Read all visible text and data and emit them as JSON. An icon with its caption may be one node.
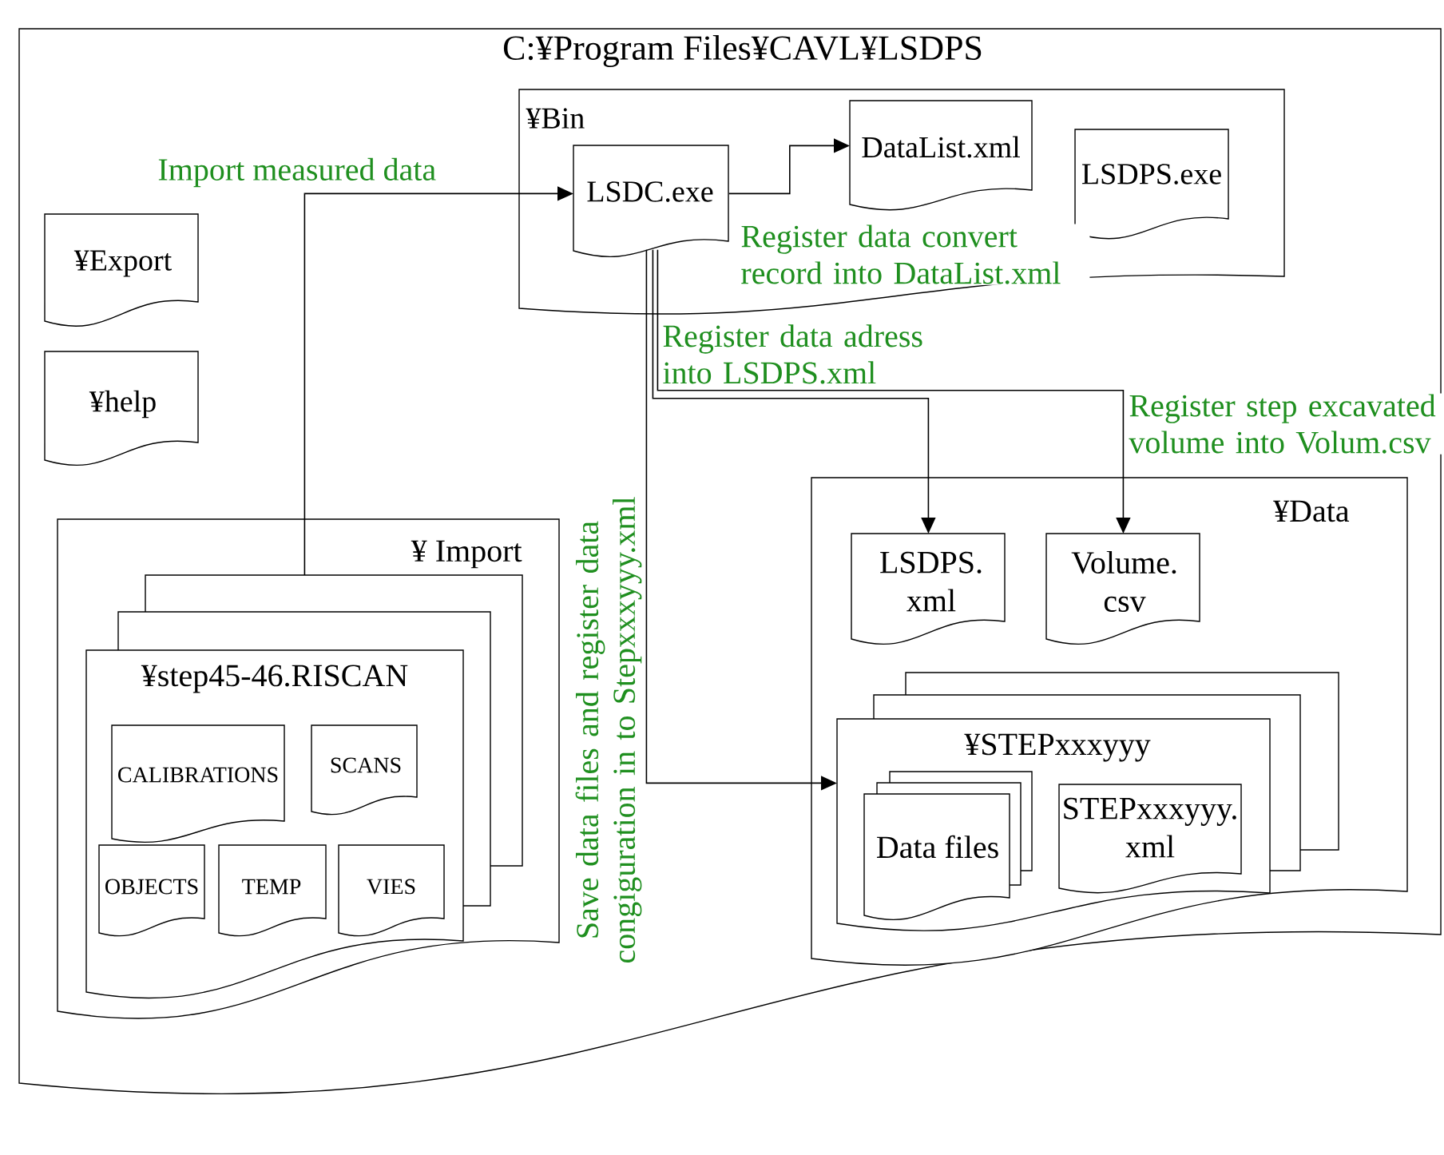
{
  "diagram": {
    "nodes": [
      {
        "text": [
          "C:¥Program Files¥CAVL¥LSDPS"
        ]
      },
      {
        "text": [
          "¥Bin"
        ],
        "in": 0
      },
      {
        "text": [
          "LSDC.exe"
        ],
        "in": 1
      },
      {
        "text": [
          "DataList.xml"
        ],
        "in": 1
      },
      {
        "text": [
          "LSDPS.exe"
        ],
        "in": 1
      },
      {
        "text": [
          "¥Export"
        ],
        "in": 0
      },
      {
        "text": [
          "¥help"
        ],
        "in": 0
      },
      {
        "text": [
          "¥ Import"
        ],
        "in": 0
      },
      {
        "text": [
          "¥step45-46.RISCAN"
        ],
        "in": 7
      },
      {
        "text": [
          "CALIBRATIONS"
        ],
        "in": 8
      },
      {
        "text": [
          "SCANS"
        ],
        "in": 8
      },
      {
        "text": [
          "OBJECTS"
        ],
        "in": 8
      },
      {
        "text": [
          "TEMP"
        ],
        "in": 8
      },
      {
        "text": [
          "VIES"
        ],
        "in": 8
      },
      {
        "text": [
          "¥Data"
        ],
        "in": 0
      },
      {
        "text": [
          "LSDPS. xml"
        ],
        "in": 14
      },
      {
        "text": [
          "Volume. csv"
        ],
        "in": 14
      },
      {
        "text": [
          "¥STEPxxxyyy"
        ],
        "in": 14
      },
      {
        "text": [
          "Data files"
        ],
        "in": 17
      },
      {
        "text": [
          "STEPxxxyyy. xml"
        ],
        "in": 17
      }
    ],
    "edges": [
      {
        "from": 8,
        "to": 2,
        "arrow": "to",
        "label": "Import measured data"
      },
      {
        "from": 2,
        "to": 3,
        "arrow": "to",
        "label": "Register data convert record into DataList.xml"
      },
      {
        "from": 2,
        "to": 15,
        "arrow": "to",
        "label": "Register data adress into LSDPS.xml"
      },
      {
        "from": 2,
        "to": 16,
        "arrow": "to",
        "label": "Register step excavated volume into Volum.csv"
      },
      {
        "from": 2,
        "to": 17,
        "arrow": "to",
        "label": "Save data files and register data congiguration in to Stepxxxyyy.xml"
      }
    ]
  }
}
